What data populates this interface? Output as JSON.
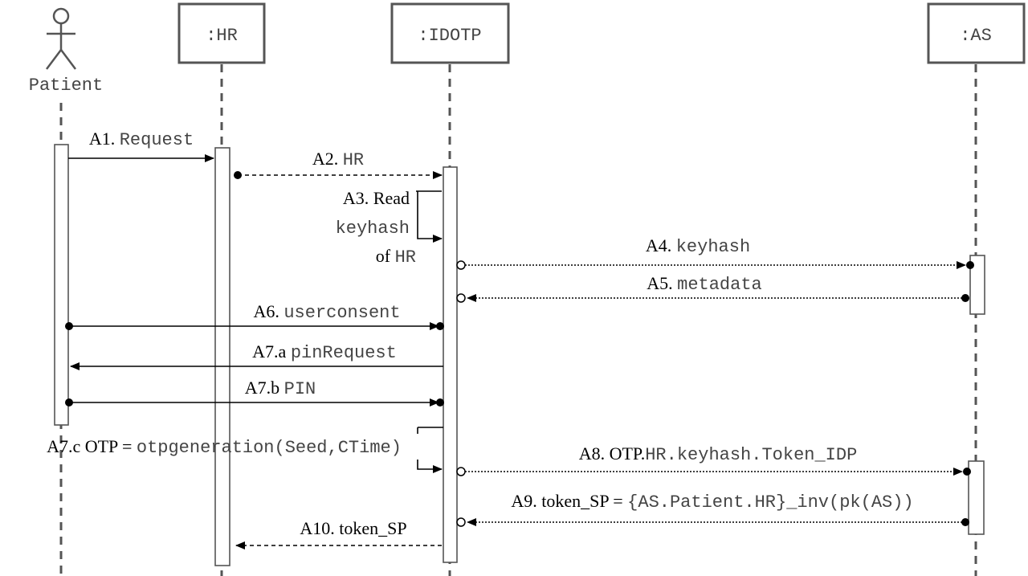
{
  "participants": [
    {
      "id": "patient",
      "label": "Patient",
      "kind": "actor"
    },
    {
      "id": "hr",
      "label": ":HR",
      "kind": "object"
    },
    {
      "id": "idotp",
      "label": ":IDOTP",
      "kind": "object"
    },
    {
      "id": "as",
      "label": ":AS",
      "kind": "object"
    }
  ],
  "messages": [
    {
      "id": "a1",
      "parts": [
        {
          "t": "A1. ",
          "mono": false
        },
        {
          "t": "Request",
          "mono": true
        }
      ]
    },
    {
      "id": "a2",
      "parts": [
        {
          "t": "A2. ",
          "mono": false
        },
        {
          "t": "HR",
          "mono": true
        }
      ]
    },
    {
      "id": "a3",
      "lines": [
        [
          {
            "t": "A3. Read",
            "mono": false
          }
        ],
        [
          {
            "t": "keyhash",
            "mono": true
          }
        ],
        [
          {
            "t": "of ",
            "mono": false
          },
          {
            "t": "HR",
            "mono": true
          }
        ]
      ]
    },
    {
      "id": "a4",
      "parts": [
        {
          "t": "A4. ",
          "mono": false
        },
        {
          "t": "keyhash",
          "mono": true
        }
      ]
    },
    {
      "id": "a5",
      "parts": [
        {
          "t": "A5. ",
          "mono": false
        },
        {
          "t": "metadata",
          "mono": true
        }
      ]
    },
    {
      "id": "a6",
      "parts": [
        {
          "t": "A6. ",
          "mono": false
        },
        {
          "t": "userconsent",
          "mono": true
        }
      ]
    },
    {
      "id": "a7a",
      "parts": [
        {
          "t": "A7.a ",
          "mono": false
        },
        {
          "t": "pinRequest",
          "mono": true
        }
      ]
    },
    {
      "id": "a7b",
      "parts": [
        {
          "t": "A7.b ",
          "mono": false
        },
        {
          "t": "PIN",
          "mono": true
        }
      ]
    },
    {
      "id": "a7c",
      "parts": [
        {
          "t": "A7.c OTP = ",
          "mono": false
        },
        {
          "t": "otpgeneration(Seed,CTime)",
          "mono": true
        }
      ]
    },
    {
      "id": "a8",
      "parts": [
        {
          "t": "A8. OTP.",
          "mono": false
        },
        {
          "t": "HR.keyhash.Token_IDP",
          "mono": true
        }
      ]
    },
    {
      "id": "a9",
      "parts": [
        {
          "t": "A9. token_SP = ",
          "mono": false
        },
        {
          "t": "{AS.Patient.HR}_inv(pk(AS))",
          "mono": true
        }
      ]
    },
    {
      "id": "a10",
      "parts": [
        {
          "t": "A10. token_SP",
          "mono": false
        }
      ]
    }
  ]
}
